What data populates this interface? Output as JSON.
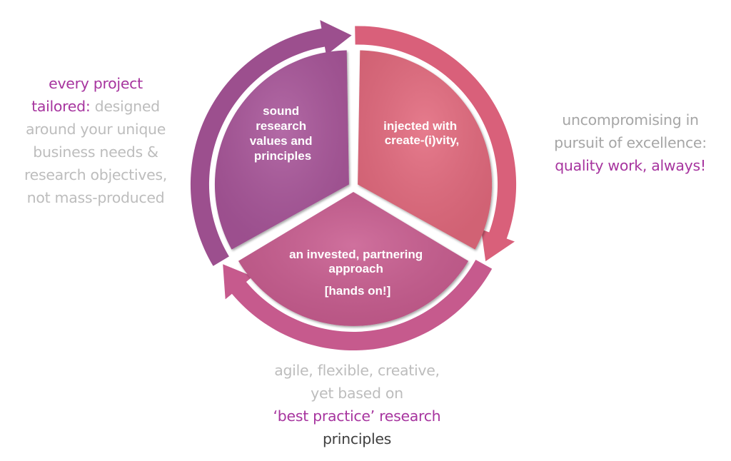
{
  "segments": [
    {
      "id": "research-values",
      "lines": [
        "sound",
        "research",
        "values and",
        "principles"
      ],
      "color": "#a9579a",
      "arrow_color": "#9c4f8e"
    },
    {
      "id": "creativity",
      "lines": [
        "injected with",
        "create-(i)vity,"
      ],
      "color": "#e36a7e",
      "arrow_color": "#d9607a"
    },
    {
      "id": "partnering",
      "lines": [
        "an invested, partnering",
        "approach",
        "[hands on!]"
      ],
      "color": "#c95d90",
      "arrow_color": "#c65a8d"
    }
  ],
  "captions": {
    "left": {
      "accent_1": "every project",
      "accent_2": "tailored:",
      "muted_1": " designed",
      "muted_2": "around your unique",
      "muted_3": "business needs &",
      "muted_4": "research objectives,",
      "muted_5": "not mass-produced"
    },
    "right": {
      "muted_1": "uncompromising in",
      "muted_2": "pursuit of excellence:",
      "accent_1": "quality work, always!"
    },
    "bottom": {
      "muted_1": "agile, flexible, creative,",
      "muted_2": "yet based on",
      "accent_1": "‘best practice’ research",
      "dark_1": "principles"
    }
  },
  "colors": {
    "accent": "#a7359f",
    "muted": "#bdbdbd",
    "dark": "#404040"
  }
}
